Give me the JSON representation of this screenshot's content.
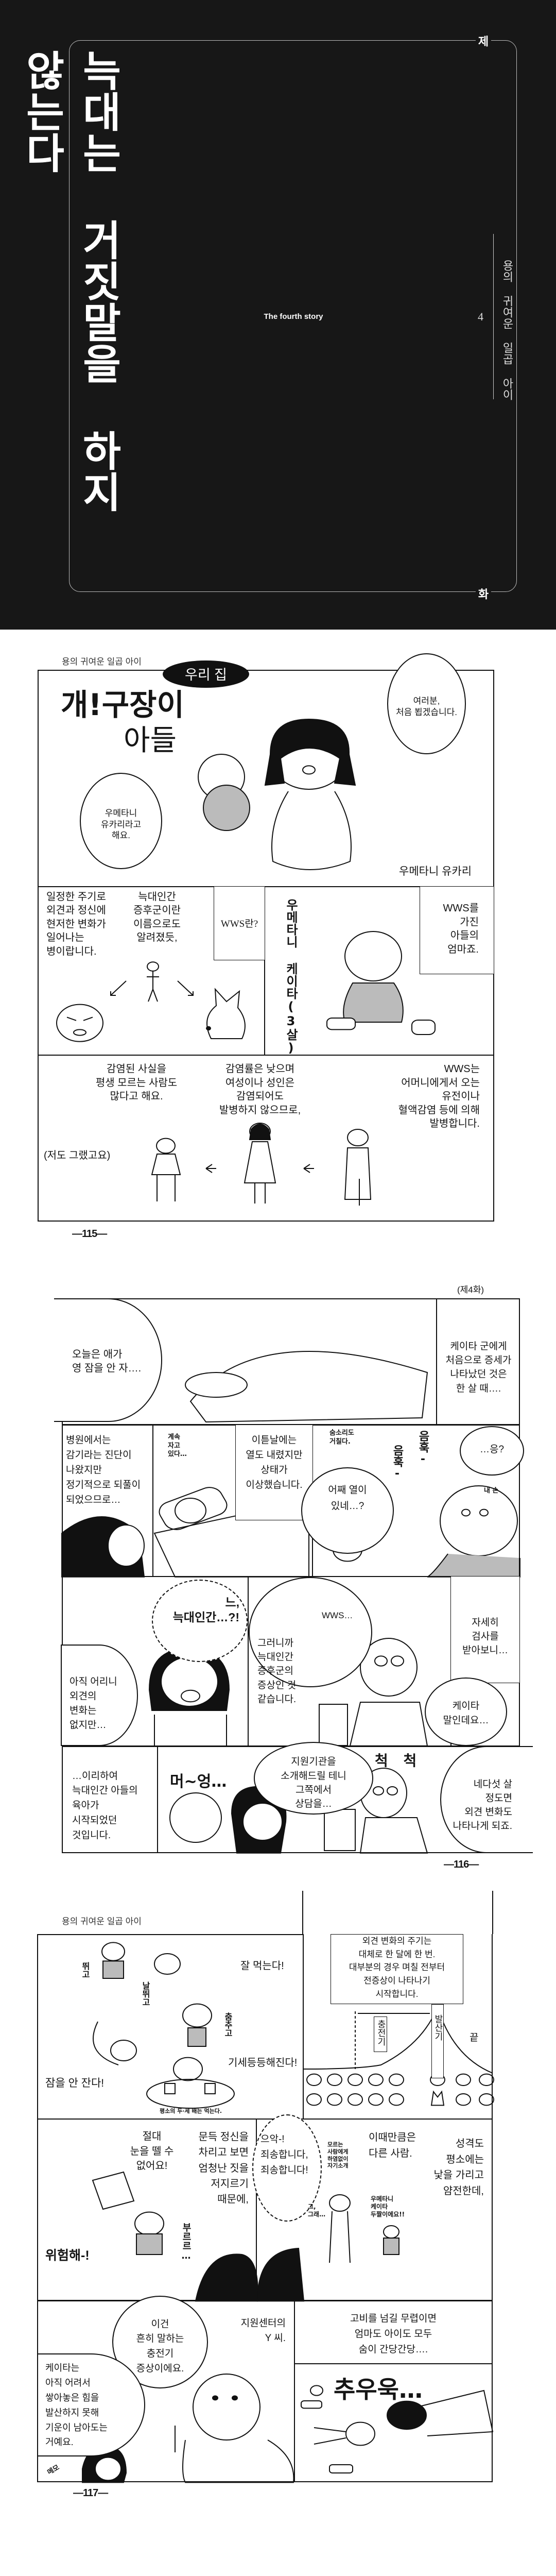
{
  "cover": {
    "chapter_prefix": "제",
    "chapter_suffix": "화",
    "chapter_number": "4",
    "title": "늑대는 거짓말을 하지 않는다",
    "subtitle_en": "The fourth story",
    "series": "용의 귀여운 일곱 아이"
  },
  "page115": {
    "header": "용의 귀여운 일곱 아이",
    "badge": "우리 집",
    "title_line1": "개!구장이",
    "title_line2": "아들",
    "greeting": "여러분,\n처음 뵙겠습니다.",
    "intro": "우메타니\n유카리라고\n해요.",
    "name_caption": "우메타니 유카리",
    "def1": "일정한 주기로\n외견과 정신에\n현저한 변화가\n일어나는\n병이랍니다.",
    "def2": "늑대인간\n증후군이란\n이름으로도\n알려졌듯,",
    "wws_q": "WWS란?",
    "son_label": "우메타니 케이타(3살)",
    "mom_caption": "WWS를\n가진\n아들의\n엄마죠.",
    "inf1": "감염된 사실을\n평생 모르는 사람도\n많다고 해요.",
    "inf2": "감염률은 낮으며\n여성이나 성인은\n감염되어도\n발병하지 않으므로,",
    "inf3": "WWS는\n어머니에게서 오는\n유전이나\n혈액감염 등에 의해\n발병합니다.",
    "aside": "(저도 그랬고요)",
    "page_number": "—115—"
  },
  "page116": {
    "episode": "(제4화)",
    "p1_left": "오늘은 애가\n영 잠을 안 자….",
    "p1_right": "케이타 군에게\n처음으로 증세가\n나타났던 것은\n한 살 때….",
    "p2_hospital": "병원에서는\n감기라는 진단이\n나왔지만\n정기적으로 되풀이\n되었으므로…",
    "p2_sleeping": "계속\n자고\n있다…",
    "p2_nextday": "이튿날에는\n열도 내렸지만\n상태가\n이상했습니다.",
    "p2_breath": "숨소리도\n거칠다.",
    "p2_sfx1": "음훅-",
    "p2_sfx2": "음훅-",
    "p2_huh": "…응?",
    "p2_fever": "어째 열이\n있네…?",
    "p2_hand": "내 손",
    "p3_shock": "느,\n늑대인간…?!",
    "p3_wws": "WWS…",
    "p3_doctor": "그러니까\n늑대인간\n증후군의\n증상인 것\n같습니다.",
    "p3_exam": "자세히\n검사를\n받아보니…",
    "p3_young": "아직 어리니\n외견의\n변화는\n없지만…",
    "p3_keita": "케이타\n말인데요…",
    "p4_thus": "…이리하여\n늑대인간 아들의\n육아가\n시작되었던\n것입니다.",
    "p4_daze": "머~엉…",
    "p4_support": "지원기관을\n소개해드릴 테니\n그쪽에서\n상담을…",
    "p4_sfx": "척 척",
    "p4_age": "네다섯 살\n정도면\n외견 변화도\n나타나게 되죠.",
    "page_number": "—116—"
  },
  "page117": {
    "header": "용의 귀여운 일곱 아이",
    "eats": "잘 먹는다!",
    "runs": "뛰고",
    "rampages": "날뛰고",
    "dances": "춤추고",
    "fierce": "기세등등해진다!",
    "nosleep": "잠을 안 잔다!",
    "eats_note": "평소의 두·세 배는 먹는다.",
    "cycle": "외견 변화의 주기는\n대체로 한 달에 한 번.\n대부분의 경우 며칠 전부터\n전증상이 나타나기\n시작합니다.",
    "phase_charge": "충전기",
    "phase_release": "발산기",
    "phase_end": "끝",
    "cant_look": "절대\n눈을 뗄 수\n없어요!",
    "suddenly": "문득 정신을\n차리고 보면\n엄청난 짓을\n저지르기\n때문에,",
    "danger": "위험해-!",
    "tremble": "부르르…",
    "sorry": "으악-!\n죄송합니다,\n죄송합니다!",
    "strangers": "모르는\n사람에게\n하염없이\n자기소개",
    "different": "이때만큼은\n다른 사람.",
    "personality": "성격도\n평소에는\n낯을 가리고\n얌전한데,",
    "uh": "그,\n그래…",
    "selfintro": "우메타니\n케이타\n두짤이에요!!",
    "charger": "이건\n흔히 말하는\n충전기\n증상이에요.",
    "ms_y": "지원센터의\nY 씨.",
    "explain": "케이타는\n아직 어려서\n쌓아놓은 힘을\n발산하지 못해\n기운이 남아도는\n거예요.",
    "memo": "메모",
    "exhausted": "고비를 넘길 무렵이면\n엄마도 아이도 모두\n숨이 간당간당….",
    "slump": "추우욱…",
    "page_number": "—117—"
  }
}
